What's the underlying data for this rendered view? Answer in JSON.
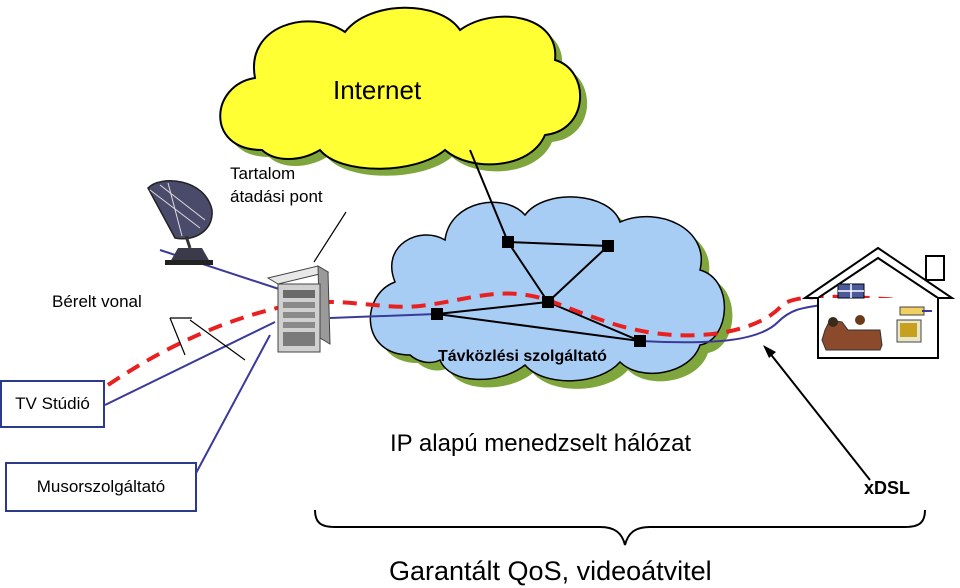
{
  "labels": {
    "internet": "Internet",
    "tartalom_line1": "Tartalom",
    "tartalom_line2": "átadási pont",
    "berelt": "Bérelt vonal",
    "tv_studio": "TV Stúdió",
    "musor": "Musorszolgáltató",
    "tavkozlesi": "Távközlési szolgáltató",
    "ip": "IP alapú menedzselt hálózat",
    "xdsl": "xDSL",
    "garantalt": "Garantált QoS, videoátvitel"
  },
  "colors": {
    "internet_cloud": "#ffff33",
    "network_cloud": "#a8cdf5",
    "cloud_shadow": "#7fa63c",
    "red_dashed_path": "#e82020",
    "blue_line": "#3a3a9a",
    "box_border": "#2c3a8c"
  },
  "icons": [
    "satellite-dish-icon",
    "server-rack-icon",
    "house-icon",
    "router-node-icon"
  ]
}
